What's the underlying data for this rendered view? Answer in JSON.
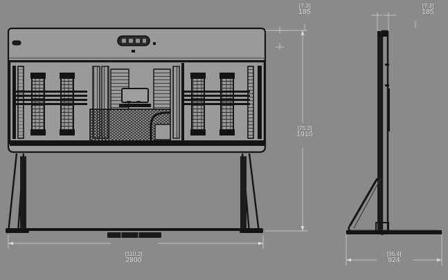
{
  "drawing": {
    "title": "Machine general arrangement drawing",
    "background_color": "#8a8a8a",
    "line_color": "#141414",
    "dimension_color": "#e8e8e8",
    "unit_primary": "mm",
    "unit_secondary": "in",
    "views": [
      {
        "name": "front-elevation",
        "label": ""
      },
      {
        "name": "side-elevation",
        "label": ""
      }
    ]
  },
  "dimensions": {
    "front_top_depth": {
      "inch": "[7.3]",
      "mm": "185"
    },
    "front_height": {
      "inch": "[75.2]",
      "mm": "1910"
    },
    "front_width": {
      "inch": "[110.2]",
      "mm": "2800"
    },
    "side_top_depth": {
      "inch": "[7.3]",
      "mm": "185"
    },
    "side_base_depth": {
      "inch": "[36.4]",
      "mm": "924"
    }
  }
}
